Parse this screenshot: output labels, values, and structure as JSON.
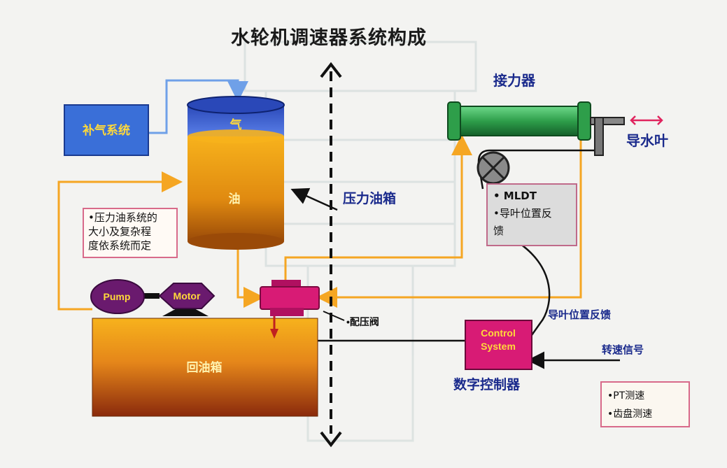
{
  "title": "水轮机调速器系统构成",
  "blocks": {
    "air_supply": "补气系统",
    "tank_air": "气",
    "tank_oil": "油",
    "pressure_tank": "压力油箱",
    "servomotor": "接力器",
    "guide_vane": "导水叶",
    "pump": "Pump",
    "motor": "Motor",
    "sump": "回油箱",
    "distributing_valve": "•配压阀",
    "control_system_line1": "Control",
    "control_system_line2": "System",
    "digital_controller": "数字控制器",
    "guide_vane_feedback": "导叶位置反馈",
    "speed_signal": "转速信号"
  },
  "notes": {
    "oil_system": [
      "•压力油系统的",
      "大小及复杂程",
      "度依系统而定"
    ],
    "feedback": [
      "• MLDT",
      "•导叶位置反",
      "馈"
    ],
    "speed": [
      "•PT测速",
      "•齿盘测速"
    ]
  },
  "colors": {
    "flow": "#f5a623",
    "feedback_arrow": "#e0245e",
    "block_blue": "#3a6fd8",
    "pump_purple": "#6a1a6e",
    "valve_pink": "#d81b75",
    "servo_green": "#2e9e4a",
    "title_blue": "#1a2a8c"
  }
}
